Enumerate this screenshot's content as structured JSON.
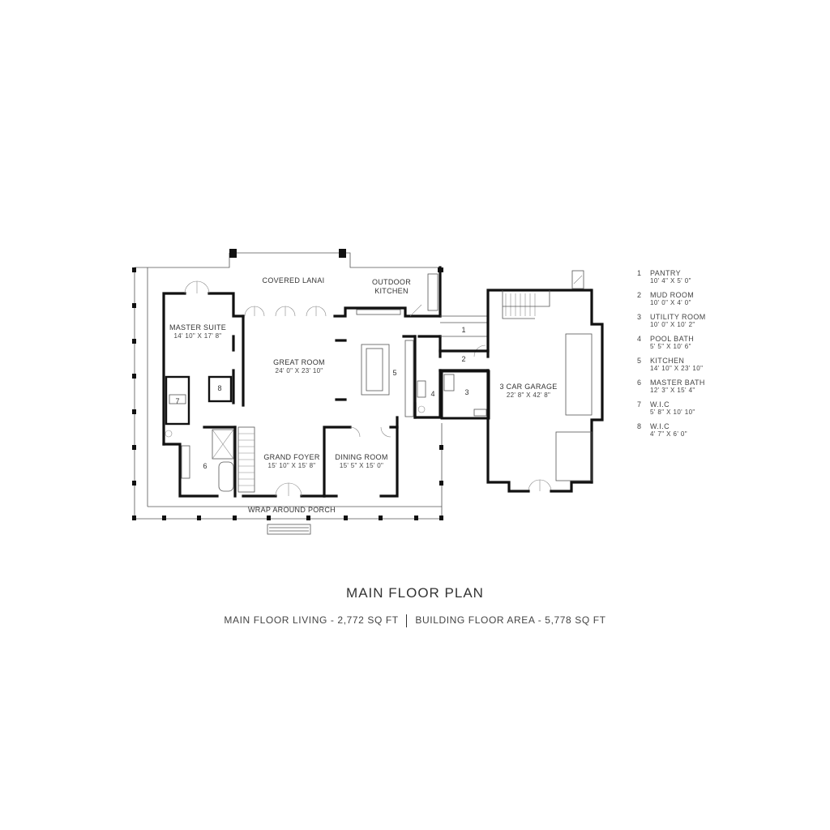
{
  "rooms": {
    "covered_lanai": "COVERED LANAI",
    "outdoor_kitchen_l1": "OUTDOOR",
    "outdoor_kitchen_l2": "KITCHEN",
    "master_suite_name": "MASTER SUITE",
    "master_suite_dim": "14' 10\" X 17' 8\"",
    "great_room_name": "GREAT ROOM",
    "great_room_dim": "24' 0\" X 23' 10\"",
    "grand_foyer_name": "GRAND FOYER",
    "grand_foyer_dim": "15' 10\" X 15' 8\"",
    "dining_room_name": "DINING ROOM",
    "dining_room_dim": "15' 5\" X 15' 0\"",
    "garage_name": "3 CAR GARAGE",
    "garage_dim": "22' 8\" X 42' 8\"",
    "wrap_porch": "WRAP AROUND PORCH"
  },
  "plan_numbers": {
    "n1": "1",
    "n2": "2",
    "n3": "3",
    "n4": "4",
    "n5": "5",
    "n6": "6",
    "n7": "7",
    "n8": "8"
  },
  "legend": [
    {
      "num": "1",
      "name": "PANTRY",
      "dim": "10' 4\" X 5' 0\""
    },
    {
      "num": "2",
      "name": "MUD ROOM",
      "dim": "10' 0\" X 4' 0\""
    },
    {
      "num": "3",
      "name": "UTILITY ROOM",
      "dim": "10' 0\" X 10' 2\""
    },
    {
      "num": "4",
      "name": "POOL BATH",
      "dim": "5' 5\" X 10' 6\""
    },
    {
      "num": "5",
      "name": "KITCHEN",
      "dim": "14' 10\" X 23' 10\""
    },
    {
      "num": "6",
      "name": "MASTER BATH",
      "dim": "12' 3\" X 15' 4\""
    },
    {
      "num": "7",
      "name": "W.I.C",
      "dim": "5' 8\" X 10' 10\""
    },
    {
      "num": "8",
      "name": "W.I.C",
      "dim": "4' 7\" X 6' 0\""
    }
  ],
  "title": "MAIN FLOOR PLAN",
  "summary": {
    "living_label": "MAIN FLOOR LIVING -",
    "living_value": "2,772",
    "living_unit": "SQ FT",
    "area_label": "BUILDING FLOOR AREA -",
    "area_value": "5,778",
    "area_unit": "SQ FT"
  }
}
